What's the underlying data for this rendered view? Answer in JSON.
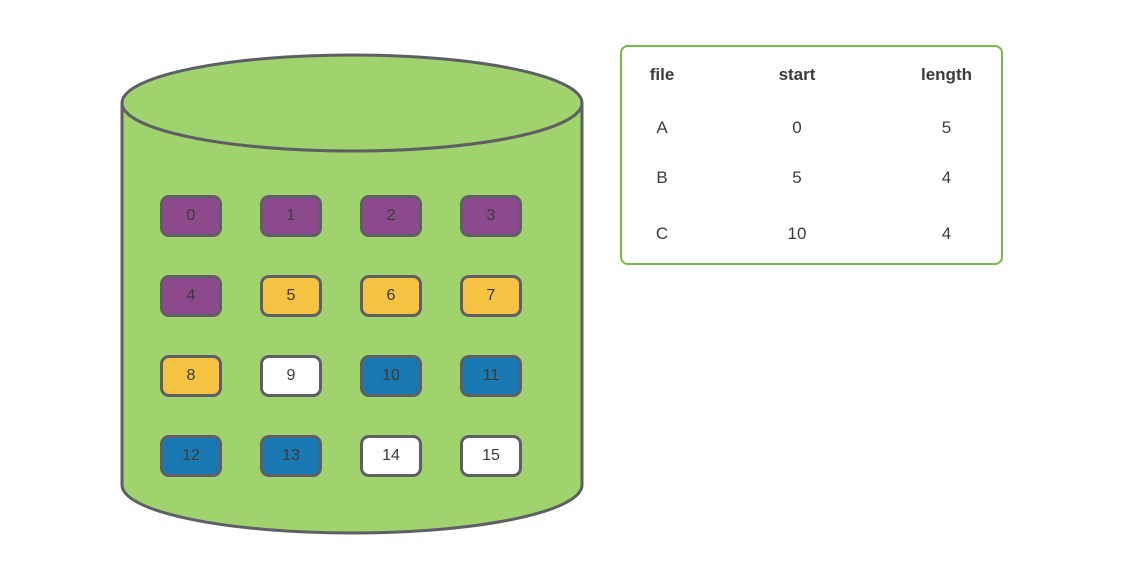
{
  "palette": {
    "disk_fill": "#A0D36E",
    "outline": "#5E5E64",
    "table_border": "#76BB44",
    "text": "#3B3B3B",
    "block_purple": "#8C4A8C",
    "block_yellow": "#F5C242",
    "block_blue": "#1A79B2",
    "block_white": "#FFFFFF"
  },
  "disk": {
    "blocks": [
      {
        "label": "0",
        "color": "purple"
      },
      {
        "label": "1",
        "color": "purple"
      },
      {
        "label": "2",
        "color": "purple"
      },
      {
        "label": "3",
        "color": "purple"
      },
      {
        "label": "4",
        "color": "purple"
      },
      {
        "label": "5",
        "color": "yellow"
      },
      {
        "label": "6",
        "color": "yellow"
      },
      {
        "label": "7",
        "color": "yellow"
      },
      {
        "label": "8",
        "color": "yellow"
      },
      {
        "label": "9",
        "color": "white"
      },
      {
        "label": "10",
        "color": "blue"
      },
      {
        "label": "11",
        "color": "blue"
      },
      {
        "label": "12",
        "color": "blue"
      },
      {
        "label": "13",
        "color": "blue"
      },
      {
        "label": "14",
        "color": "white"
      },
      {
        "label": "15",
        "color": "white"
      }
    ]
  },
  "allocation_table": {
    "headers": [
      "file",
      "start",
      "length"
    ],
    "rows": [
      {
        "file": "A",
        "start": "0",
        "length": "5"
      },
      {
        "file": "B",
        "start": "5",
        "length": "4"
      },
      {
        "file": "C",
        "start": "10",
        "length": "4"
      }
    ]
  }
}
